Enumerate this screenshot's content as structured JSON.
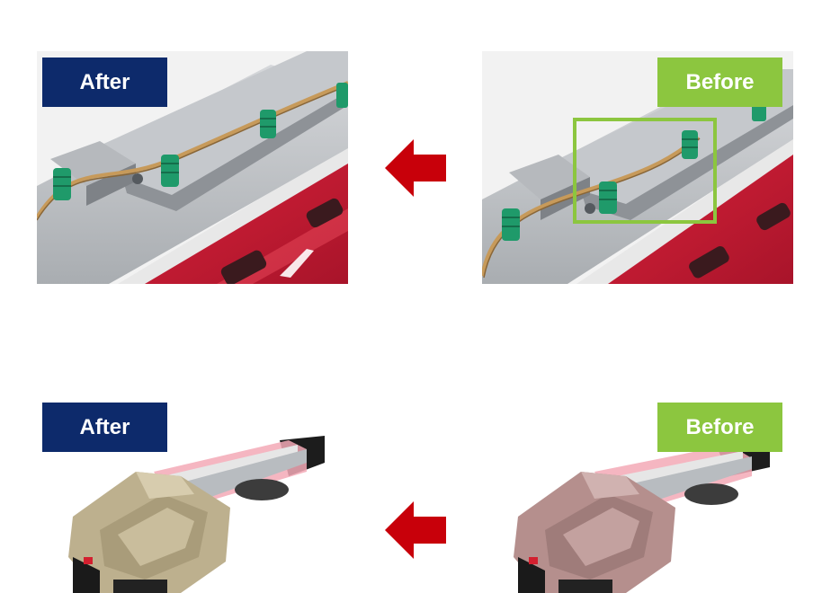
{
  "labels": {
    "top_after": "After",
    "top_before": "Before",
    "bottom_after": "After",
    "bottom_before": "Before"
  },
  "colors": {
    "after_tag": "#0d2a6b",
    "before_tag": "#8cc63f",
    "arrow": "#c8000a",
    "highlight_box": "#8cc63f"
  },
  "icons": {
    "arrow": "arrow-left-icon"
  }
}
